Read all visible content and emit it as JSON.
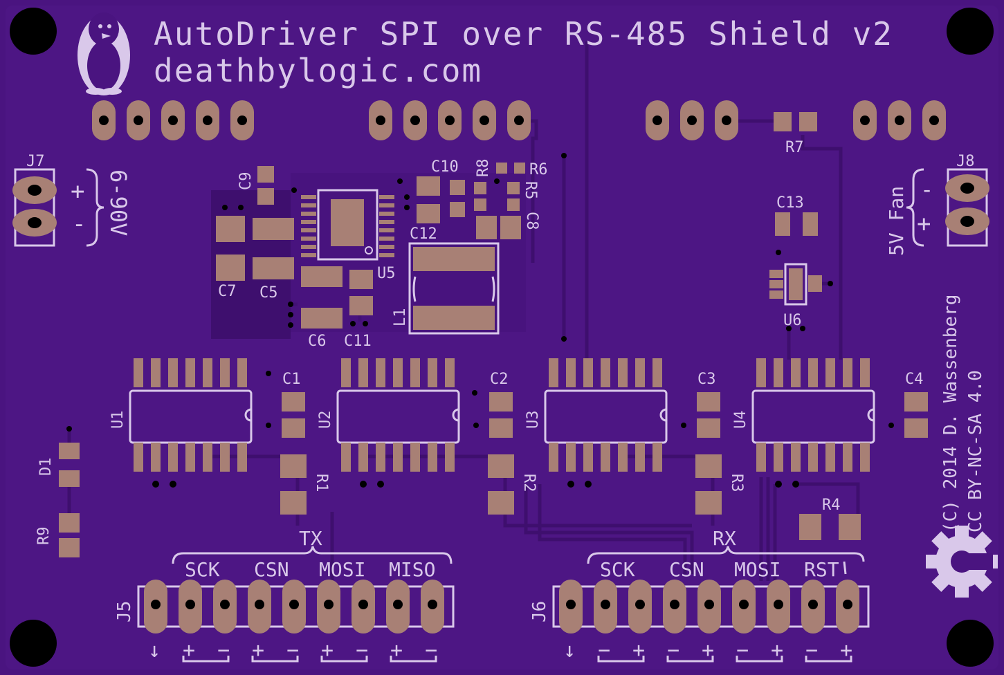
{
  "board": {
    "colors": {
      "substrate": "#4a1480",
      "copper": "#5a1f92",
      "trace": "#3e0f6e",
      "pad": "#a88075",
      "silk": "#d9c8ea",
      "hole": "#000000"
    },
    "title": "AutoDriver SPI over RS-485 Shield v2",
    "website": "deathbylogic.com",
    "copyright_line1": "(C) 2014 D. Wassenberg",
    "copyright_line2": "CC BY-NC-SA 4.0",
    "logos": [
      "penguin-logo",
      "open-hardware-gear-logo"
    ]
  },
  "components": {
    "j7": {
      "ref": "J7",
      "label": "6-90V",
      "plus": "+",
      "minus": "-"
    },
    "j8": {
      "ref": "J8",
      "label": "5V Fan",
      "minus": "-",
      "plus": "+"
    },
    "caps": [
      "C1",
      "C2",
      "C3",
      "C4",
      "C5",
      "C6",
      "C7",
      "C8",
      "C9",
      "C10",
      "C11",
      "C12",
      "C13"
    ],
    "resistors": [
      "R1",
      "R2",
      "R3",
      "R4",
      "R5",
      "R6",
      "R7",
      "R8",
      "R9"
    ],
    "ics": [
      "U1",
      "U2",
      "U3",
      "U4",
      "U5",
      "U6"
    ],
    "diode": "D1",
    "inductor": "L1"
  },
  "headers": {
    "j5": {
      "ref": "J5",
      "group": "TX",
      "pins": [
        "SCK",
        "CSN",
        "MOSI",
        "MISO"
      ],
      "polarity": [
        "↓",
        "+",
        "−",
        "+",
        "−",
        "+",
        "−",
        "+",
        "−"
      ]
    },
    "j6": {
      "ref": "J6",
      "group": "RX",
      "pins": [
        "SCK",
        "CSN",
        "MOSI",
        "RST"
      ],
      "polarity": [
        "↓",
        "−",
        "+",
        "−",
        "+",
        "−",
        "+",
        "−",
        "+"
      ]
    }
  }
}
